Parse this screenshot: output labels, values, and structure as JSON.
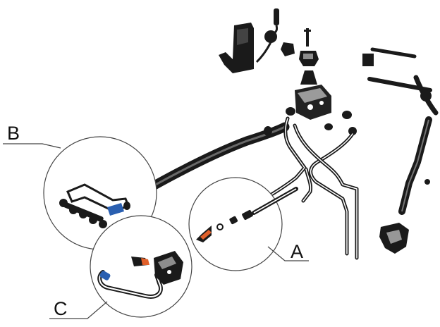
{
  "diagram": {
    "callouts": [
      {
        "label": "A"
      },
      {
        "label": "B"
      },
      {
        "label": "C"
      }
    ],
    "colors": {
      "ink": "#1a1a1a",
      "line": "#444444",
      "accent_orange": "#e0602a",
      "accent_blue": "#2a5fb0",
      "background": "#ffffff"
    }
  }
}
